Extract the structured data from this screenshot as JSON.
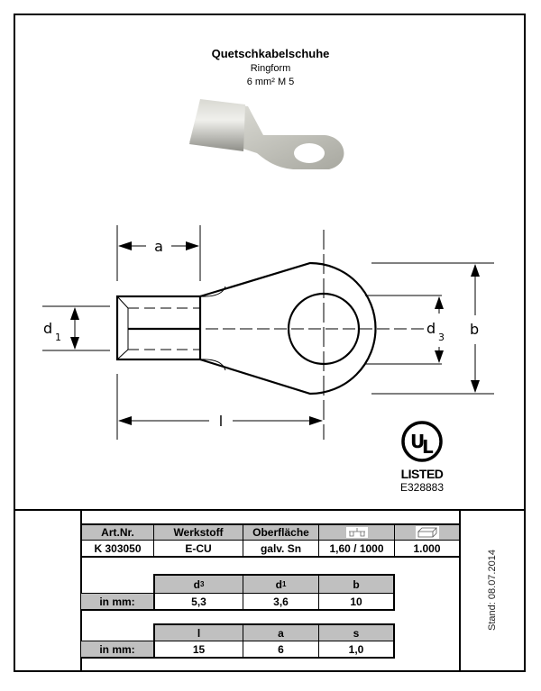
{
  "header": {
    "title": "Quetschkabelschuhe",
    "subtitle": "Ringform",
    "size": "6 mm²  M 5"
  },
  "drawing": {
    "labels": {
      "a": "a",
      "l": "l",
      "d1": "d",
      "d1_sub": "1",
      "d3": "d",
      "d3_sub": "3",
      "b": "b"
    }
  },
  "certification": {
    "logo": "UL",
    "listed": "LISTED",
    "file_number": "E328883"
  },
  "product_table": {
    "headers": [
      "Art.Nr.",
      "Werkstoff",
      "Oberfläche",
      "scale-icon",
      "box-icon"
    ],
    "values": [
      "K 303050",
      "E-CU",
      "galv. Sn",
      "1,60 / 1000",
      "1.000"
    ]
  },
  "dimensions_1": {
    "headers": [
      {
        "t": "d",
        "s": "3"
      },
      {
        "t": "d",
        "s": "1"
      },
      {
        "t": "b",
        "s": ""
      }
    ],
    "row_label": "in mm:",
    "values": [
      "5,3",
      "3,6",
      "10"
    ]
  },
  "dimensions_2": {
    "headers": [
      "l",
      "a",
      "s"
    ],
    "row_label": "in mm:",
    "values": [
      "15",
      "6",
      "1,0"
    ]
  },
  "date_stamp": "Stand: 08.07.2014"
}
